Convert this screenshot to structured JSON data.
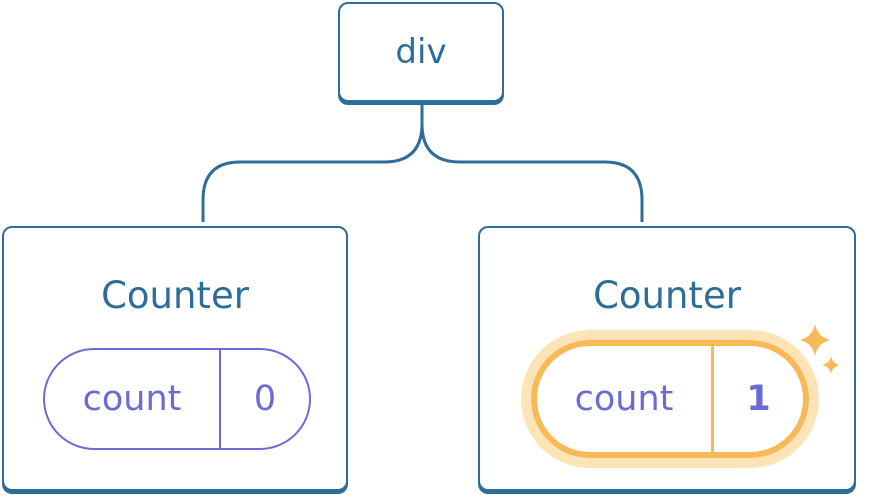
{
  "root": {
    "label": "div"
  },
  "counters": [
    {
      "title": "Counter",
      "state_key": "count",
      "state_value": "0",
      "highlighted": false
    },
    {
      "title": "Counter",
      "state_key": "count",
      "state_value": "1",
      "highlighted": true
    }
  ],
  "colors": {
    "tree_blue": "#2d6d97",
    "state_purple": "#6b6bd6",
    "highlight_orange": "#f8b959",
    "highlight_glow": "#fde4b6"
  },
  "icons": [
    "sparkle-icon"
  ]
}
